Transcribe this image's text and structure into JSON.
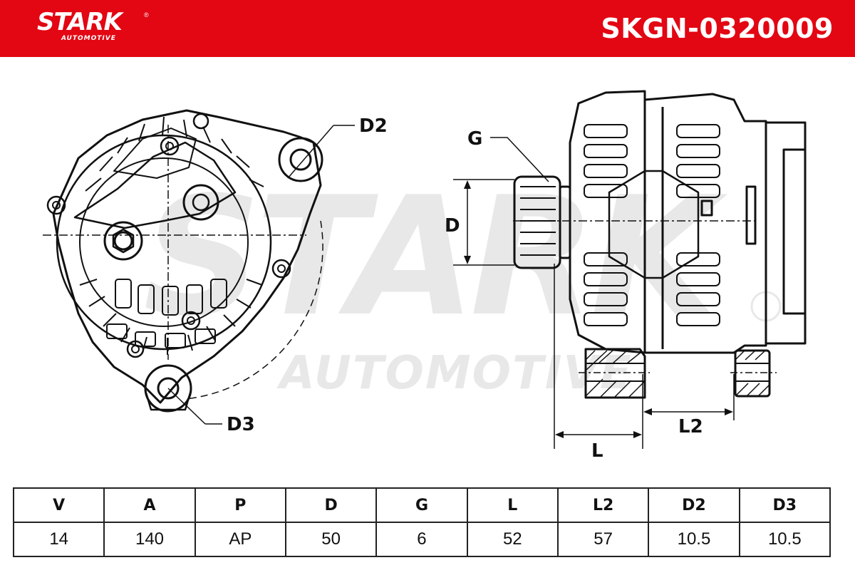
{
  "brand": {
    "name": "STARK",
    "sub": "AUTOMOTIVE",
    "registered": "®",
    "color": "#e30613"
  },
  "part_number": "SKGN-0320009",
  "watermark": {
    "main": "STARK",
    "sub": "AUTOMOTIVE"
  },
  "dimension_labels": {
    "d2": "D2",
    "d3": "D3",
    "g": "G",
    "d": "D",
    "l": "L",
    "l2": "L2"
  },
  "specs": {
    "headers": [
      "V",
      "A",
      "P",
      "D",
      "G",
      "L",
      "L2",
      "D2",
      "D3"
    ],
    "values": [
      "14",
      "140",
      "AP",
      "50",
      "6",
      "52",
      "57",
      "10.5",
      "10.5"
    ]
  }
}
